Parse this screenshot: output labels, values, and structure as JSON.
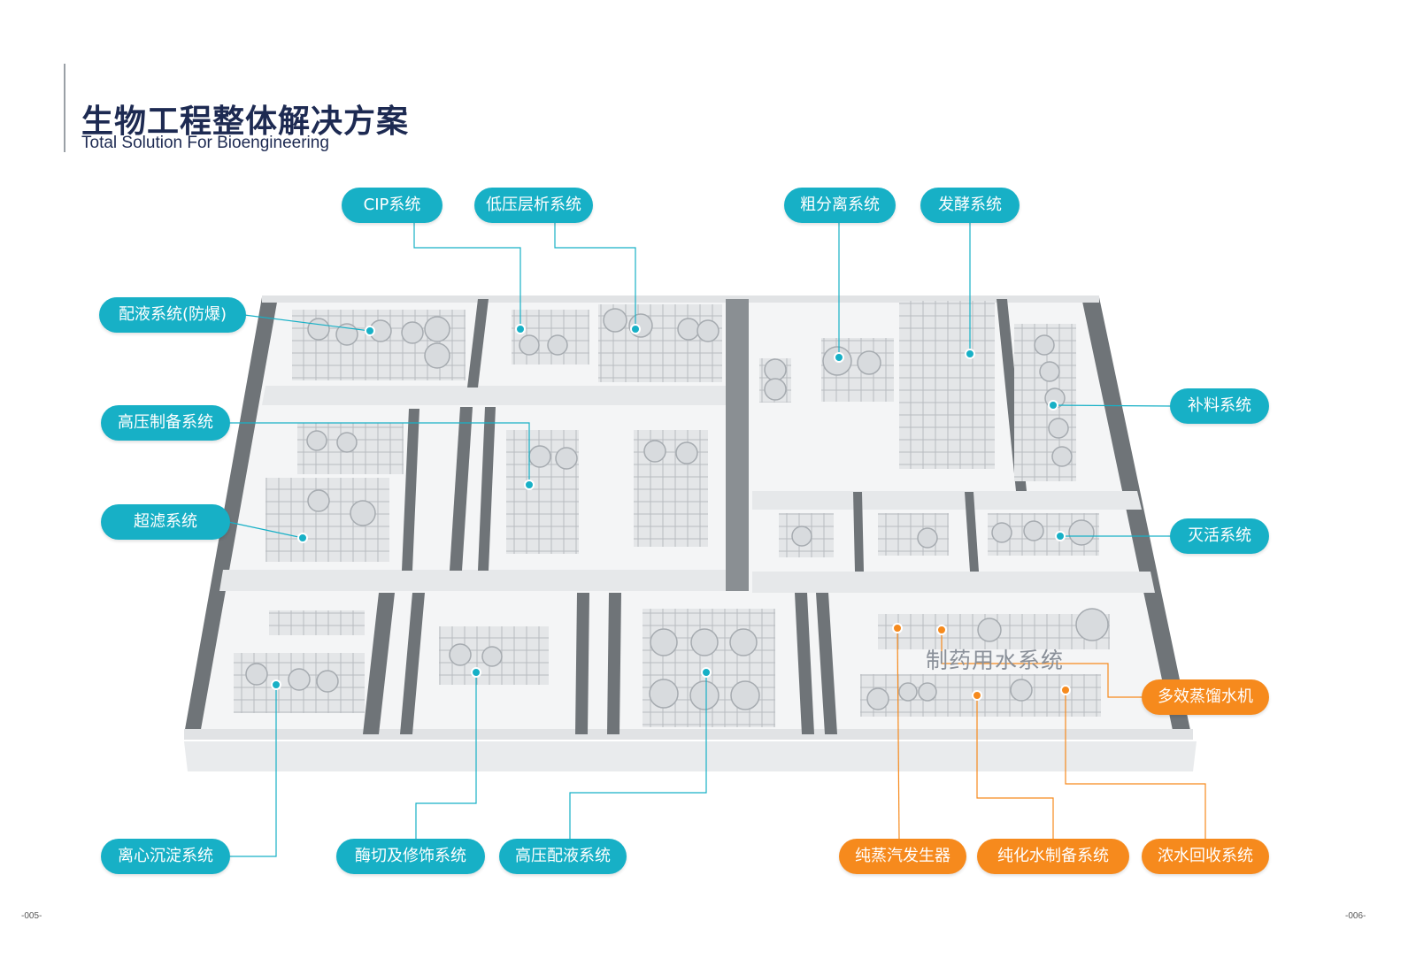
{
  "title": {
    "cn": "生物工程整体解决方案",
    "en": "Total Solution For Bioengineering"
  },
  "pages": {
    "left": "-005-",
    "right": "-006-"
  },
  "colors": {
    "teal": "#17b0c6",
    "orange": "#f68a1d",
    "wall": "#6f7478",
    "floor": "#f4f5f6",
    "title": "#1d2a52"
  },
  "labels": {
    "cip": "CIP系统",
    "lowpressure_chrom": "低压层析系统",
    "crude_sep": "粗分离系统",
    "fermentation": "发酵系统",
    "liquid_prep_ex": "配液系统(防爆)",
    "hp_prep": "高压制备系统",
    "ultrafiltration": "超滤系统",
    "feeding": "补料系统",
    "inactivation": "灭活系统",
    "multi_effect": "多效蒸馏水机",
    "centrifuge": "离心沉淀系统",
    "enzyme": "酶切及修饰系统",
    "hp_liquid": "高压配液系统",
    "pure_steam": "纯蒸汽发生器",
    "purified_water": "纯化水制备系统",
    "concentrate": "浓水回收系统"
  },
  "water_zone": "制药用水系统"
}
